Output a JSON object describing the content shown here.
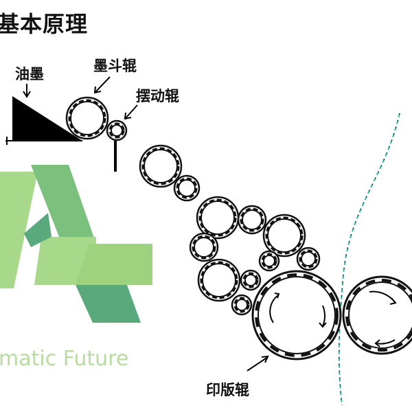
{
  "title": "基本原理",
  "labels": {
    "ink": "油墨",
    "ink_fountain_roller": "墨斗辊",
    "oscillating_roller": "摆动辊",
    "plate_cylinder": "印版辊"
  },
  "watermark": {
    "text": "matic Future",
    "colors": {
      "light": "#9fd27f",
      "mid": "#7cc07d",
      "dark": "#5aa97c"
    }
  },
  "colors": {
    "roller_stroke": "#111111",
    "paper_line": "#2ab3a6",
    "ink_fill": "#000000"
  }
}
